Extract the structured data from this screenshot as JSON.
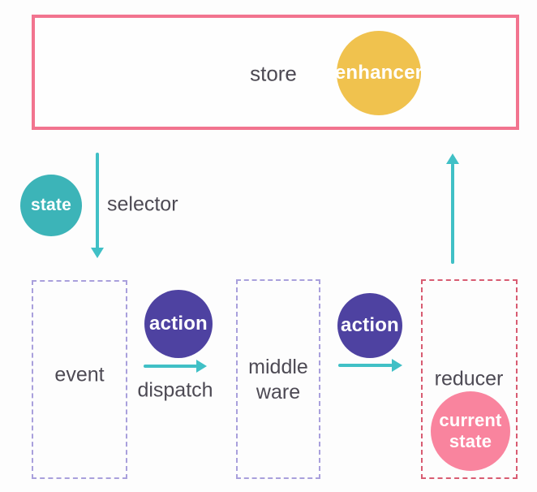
{
  "diagram": {
    "colors": {
      "bg": "#fdfdfd",
      "pink_border": "#f2748f",
      "yellow": "#f0c24e",
      "teal": "#3cb4b8",
      "teal_arrow": "#40c0c6",
      "purple": "#4e42a1",
      "pink_circle": "#f9849e",
      "dashed_purple": "#a9a0dc",
      "dashed_pink": "#d85c72",
      "text": "#4d4a54"
    },
    "nodes": {
      "store": {
        "label": "store"
      },
      "enhancer": {
        "label": "enhancer"
      },
      "state": {
        "label": "state"
      },
      "selector": {
        "label": "selector"
      },
      "event": {
        "label": "event"
      },
      "action1": {
        "label": "action"
      },
      "dispatch": {
        "label": "dispatch"
      },
      "middleware": {
        "line1": "middle",
        "line2": "ware"
      },
      "action2": {
        "label": "action"
      },
      "reducer": {
        "label": "reducer"
      },
      "current_state": {
        "line1": "current",
        "line2": "state"
      }
    }
  }
}
